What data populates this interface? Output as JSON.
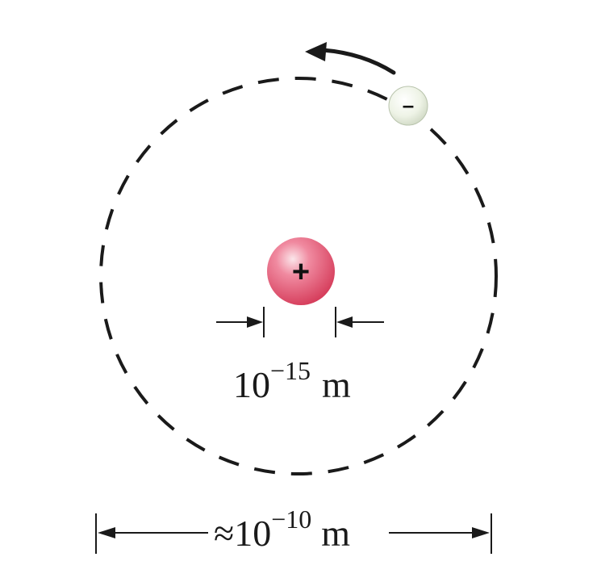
{
  "diagram": {
    "nucleus": {
      "sign": "+",
      "color": "#e0506a"
    },
    "electron": {
      "sign": "–",
      "color": "#e8efe0"
    },
    "nucleus_size_label": {
      "base": "10",
      "exponent": "−15",
      "unit": "m"
    },
    "atom_size_label": {
      "prefix": "≈",
      "base": "10",
      "exponent": "−10",
      "unit": "m"
    }
  }
}
